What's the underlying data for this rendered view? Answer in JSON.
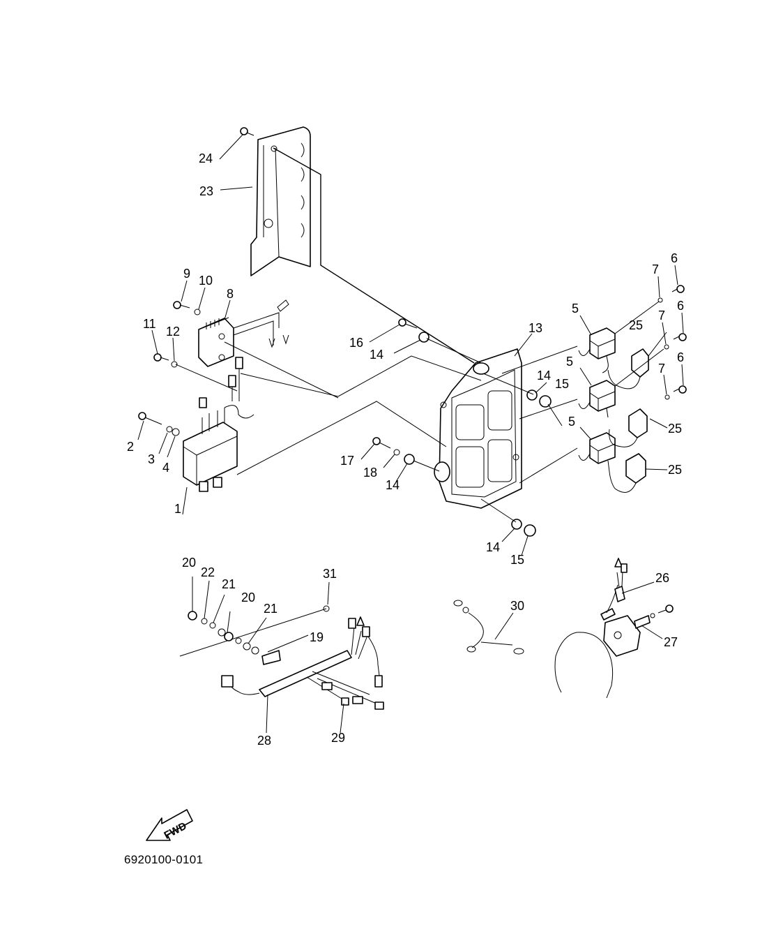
{
  "figure_code": "6920100-0101",
  "fwd_label": "FWD",
  "callouts": [
    "1",
    "2",
    "3",
    "4",
    "5",
    "5",
    "5",
    "6",
    "6",
    "6",
    "7",
    "7",
    "7",
    "8",
    "9",
    "10",
    "11",
    "12",
    "13",
    "14",
    "14",
    "14",
    "14",
    "15",
    "15",
    "16",
    "17",
    "18",
    "19",
    "20",
    "20",
    "21",
    "21",
    "22",
    "23",
    "24",
    "25",
    "25",
    "25",
    "26",
    "27",
    "28",
    "29",
    "30",
    "31"
  ]
}
